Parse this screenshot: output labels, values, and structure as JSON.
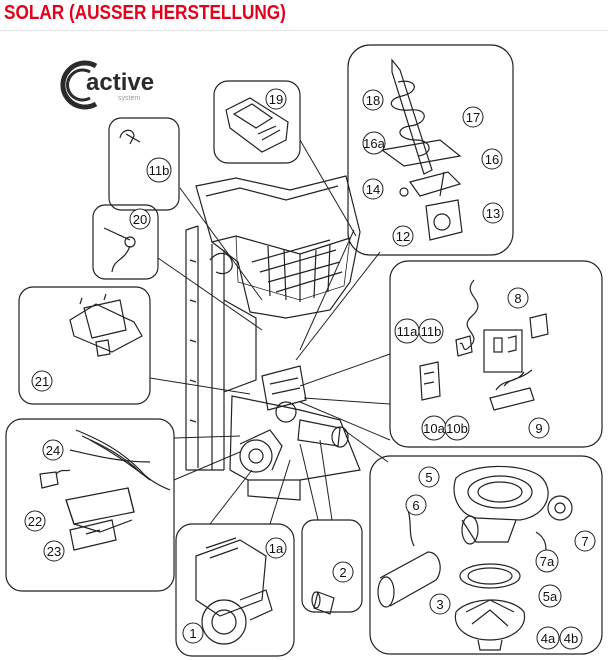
{
  "page": {
    "title": "SOLAR (AUSSER HERSTELLUNG)",
    "title_color": "#e2001a",
    "line_color": "#222222"
  },
  "logo": {
    "word": "active",
    "sub": "system",
    "word_color": "#2b2b2b",
    "sub_color": "#9a9a9a"
  },
  "callouts": [
    {
      "id": "c1",
      "label": "1"
    },
    {
      "id": "c1a",
      "label": "1a"
    },
    {
      "id": "c2",
      "label": "2"
    },
    {
      "id": "c3",
      "label": "3"
    },
    {
      "id": "c4a",
      "label": "4a"
    },
    {
      "id": "c4b",
      "label": "4b"
    },
    {
      "id": "c5",
      "label": "5"
    },
    {
      "id": "c5a",
      "label": "5a"
    },
    {
      "id": "c6",
      "label": "6"
    },
    {
      "id": "c7",
      "label": "7"
    },
    {
      "id": "c7a",
      "label": "7a"
    },
    {
      "id": "c8",
      "label": "8"
    },
    {
      "id": "c9",
      "label": "9"
    },
    {
      "id": "c10a",
      "label": "10a"
    },
    {
      "id": "c10b",
      "label": "10b"
    },
    {
      "id": "c11a",
      "label": "11a"
    },
    {
      "id": "c11b_r",
      "label": "11b"
    },
    {
      "id": "c11b_l",
      "label": "11b"
    },
    {
      "id": "c12",
      "label": "12"
    },
    {
      "id": "c13",
      "label": "13"
    },
    {
      "id": "c14",
      "label": "14"
    },
    {
      "id": "c16",
      "label": "16"
    },
    {
      "id": "c16a",
      "label": "16a"
    },
    {
      "id": "c17",
      "label": "17"
    },
    {
      "id": "c18",
      "label": "18"
    },
    {
      "id": "c19",
      "label": "19"
    },
    {
      "id": "c20",
      "label": "20"
    },
    {
      "id": "c21",
      "label": "21"
    },
    {
      "id": "c22",
      "label": "22"
    },
    {
      "id": "c23",
      "label": "23"
    },
    {
      "id": "c24",
      "label": "24"
    }
  ]
}
